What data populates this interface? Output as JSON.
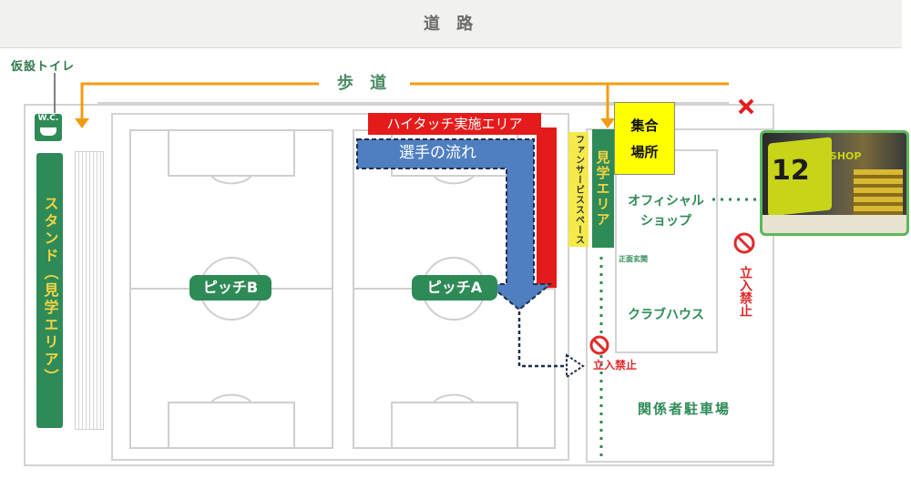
{
  "map": {
    "road": "道 路",
    "walkway": "歩 道",
    "toilet": "仮設トイレ",
    "wc": "W.C.",
    "stand": "スタンド（見学エリア）",
    "pitch_b": "ピッチB",
    "pitch_a": "ピッチA",
    "high_touch_area": "ハイタッチ実施エリア",
    "player_flow": "選手の流れ",
    "fan_service": "ファンサービススペース",
    "viewing_area": "見学エリア",
    "meeting_point_1": "集合",
    "meeting_point_2": "場所",
    "official_shop_1": "オフィシャル",
    "official_shop_2": "ショップ",
    "main_entrance": "正面玄関",
    "clubhouse": "クラブハウス",
    "parking": "関係者駐車場",
    "no_entry": "立入禁止",
    "photo_sign": "12",
    "photo_sign_small": "ONE SHOP"
  },
  "colors": {
    "green": "#2e8b57",
    "orange": "#f39c12",
    "red": "#e51b1b",
    "flow_blue": "#4f7fc1",
    "yellow": "#ffff00",
    "dash_navy": "#1f2d4d"
  },
  "icons": [
    "wc-icon",
    "no-entry-icon",
    "x-mark-icon",
    "arrow-down-icon"
  ]
}
